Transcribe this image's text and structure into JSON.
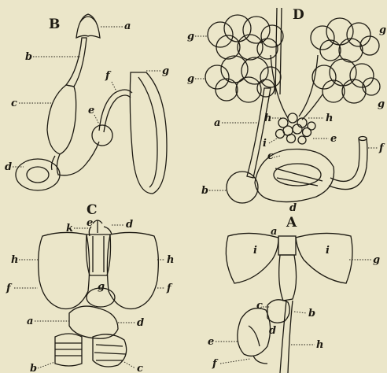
{
  "panels": {
    "A": {
      "letter": "A",
      "labels": {
        "a": "a",
        "b": "b",
        "c": "c",
        "d": "d",
        "e": "e",
        "f": "f",
        "g": "g",
        "h": "h",
        "i1": "i",
        "i2": "i"
      }
    },
    "B": {
      "letter": "B",
      "labels": {
        "a": "a",
        "b": "b",
        "c": "c",
        "d": "d",
        "e": "e",
        "f": "f",
        "g": "g"
      }
    },
    "C": {
      "letter": "C",
      "labels": {
        "a": "a",
        "b": "b",
        "c": "c",
        "d1": "d",
        "d2": "d",
        "e": "e",
        "f1": "f",
        "f2": "f",
        "g": "g",
        "h1": "h",
        "h2": "h",
        "k": "k"
      }
    },
    "D": {
      "letter": "D",
      "labels": {
        "a": "a",
        "b": "b",
        "c": "c",
        "d": "d",
        "e": "e",
        "f": "f",
        "g1": "g",
        "g2": "g",
        "g3": "g",
        "g4": "g",
        "h1": "h",
        "h2": "h",
        "i": "i"
      }
    }
  },
  "colors": {
    "paper": "#ebe6c9",
    "ink": "#1d1a12"
  }
}
